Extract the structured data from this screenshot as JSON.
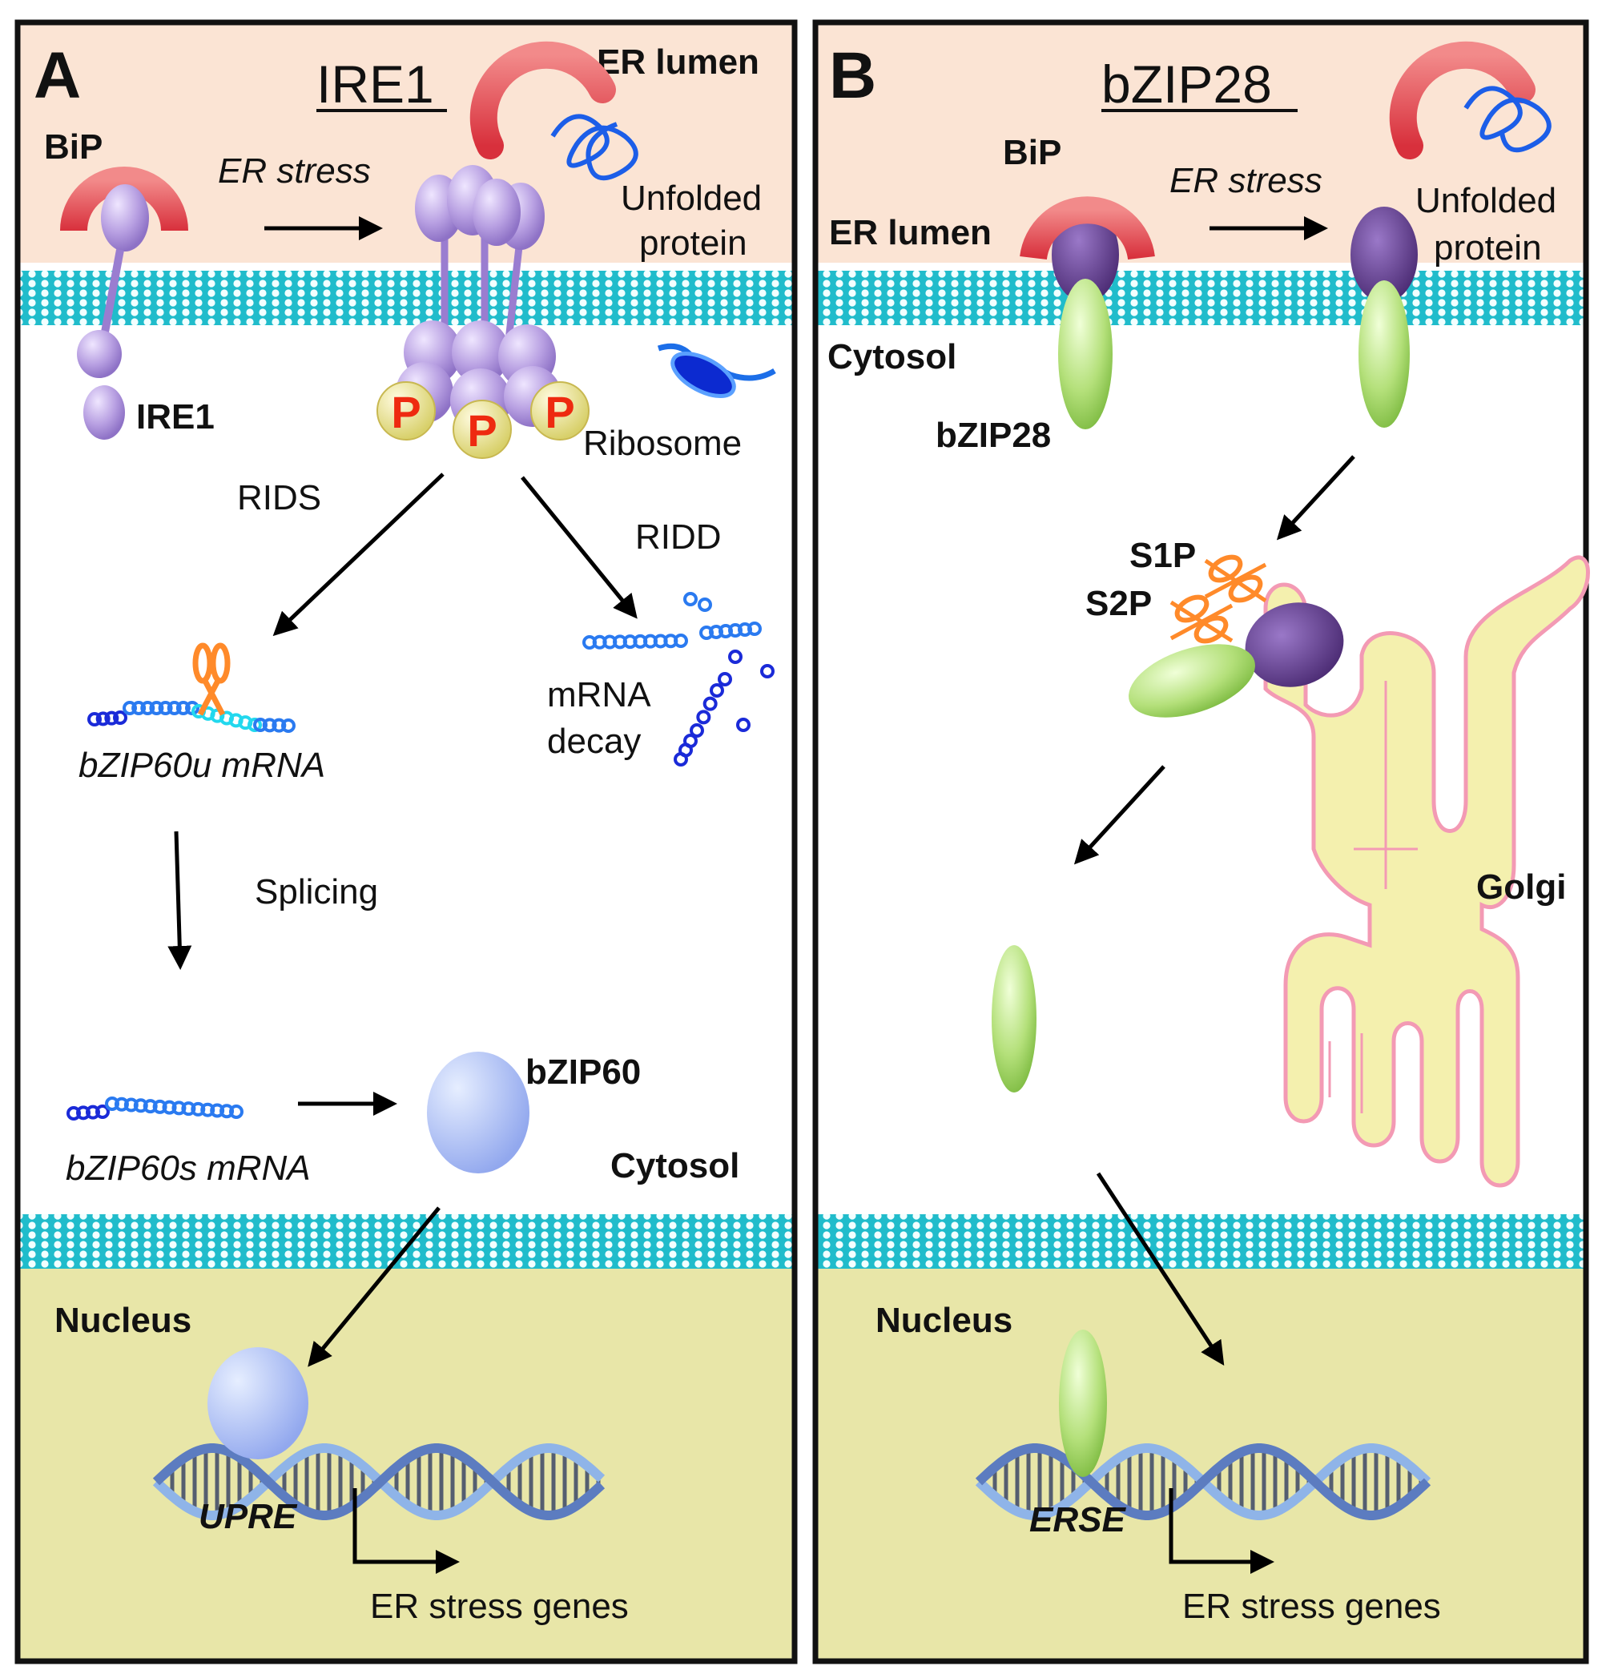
{
  "panel_a": {
    "letter": "A",
    "title": "IRE1",
    "labels": {
      "bip": "BiP",
      "er_stress": "ER stress",
      "er_lumen": "ER lumen",
      "unfolded_line1": "Unfolded",
      "unfolded_line2": "protein",
      "ire1": "IRE1",
      "phospho": "P",
      "ribosome": "Ribosome",
      "rids": "RIDS",
      "ridd": "RIDD",
      "bzip60u": "bZIP60u mRNA",
      "decay_line1": "mRNA",
      "decay_line2": "decay",
      "splicing": "Splicing",
      "bzip60s": "bZIP60s mRNA",
      "bzip60": "bZIP60",
      "cytosol": "Cytosol",
      "nucleus": "Nucleus",
      "upre": "UPRE",
      "genes": "ER stress genes"
    }
  },
  "panel_b": {
    "letter": "B",
    "title": "bZIP28",
    "labels": {
      "bip": "BiP",
      "er_stress": "ER stress",
      "er_lumen": "ER lumen",
      "unfolded_line1": "Unfolded",
      "unfolded_line2": "protein",
      "cytosol": "Cytosol",
      "bzip28": "bZIP28",
      "s1p": "S1P",
      "s2p": "S2P",
      "golgi": "Golgi",
      "nucleus": "Nucleus",
      "erse": "ERSE",
      "genes": "ER stress genes"
    }
  },
  "colors": {
    "lumen": "#fbe4d4",
    "nucleus": "#e8e6a8",
    "membrane": "#25c2cf",
    "bip": "#e8404a",
    "ire1": "#b9a3e0",
    "bzip28_dark": "#5e3a86",
    "bzip28_green": "#a8dc6a",
    "bzip60": "#a9bff2",
    "golgi_fill": "#f4f0ae",
    "golgi_edge": "#f6a0b8",
    "protease": "#ff8a2a"
  }
}
